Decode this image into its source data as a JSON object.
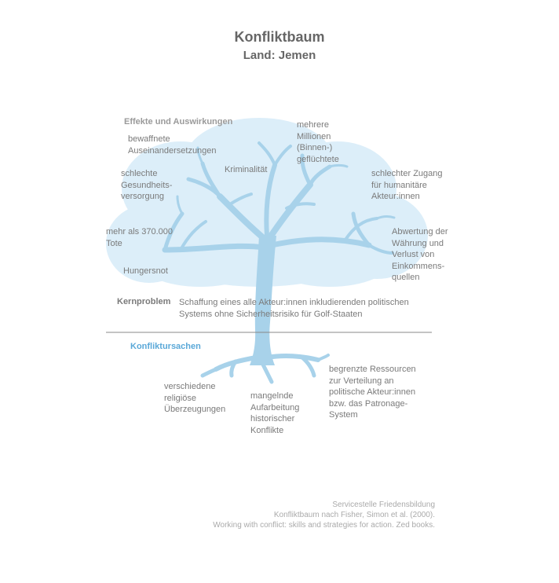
{
  "title": "Konfliktbaum",
  "subtitle": "Land: Jemen",
  "effects": {
    "heading": "Effekte und Auswirkungen",
    "items": [
      "bewaffnete\nAuseinandersetzungen",
      "mehrere\nMillionen\n(Binnen-)\ngeflüchtete",
      "Kriminalität",
      "schlechte\nGesundheits-\nversorgung",
      "schlechter Zugang\nfür humanitäre\nAkteur:innen",
      "mehr als 370.000\nTote",
      "Abwertung der\nWährung und\nVerlust von\nEinkommens-\nquellen",
      "Hungersnot"
    ]
  },
  "core": {
    "label": "Kernproblem",
    "text": "Schaffung eines alle Akteur:innen inkludierenden politischen\nSystems ohne Sicherheitsrisiko für Golf-Staaten"
  },
  "causes": {
    "heading": "Konfliktursachen",
    "items": [
      "begrenzte Ressourcen\nzur Verteilung an\npolitische Akteur:innen\nbzw. das Patronage-\nSystem",
      "verschiedene\nreligiöse\nÜberzeugungen",
      "mangelnde\nAufarbeitung\nhistorischer\nKonflikte"
    ]
  },
  "credit": {
    "line1": "Servicestelle Friedensbildung",
    "line2": "Konfliktbaum nach Fisher, Simon et al. (2000).",
    "line3": "Working with conflict: skills and strategies for action. Zed books."
  },
  "colors": {
    "crown": "#dceef9",
    "tree": "#a8d2ea",
    "divider": "#888888",
    "causes_heading": "#5aa8d8"
  }
}
